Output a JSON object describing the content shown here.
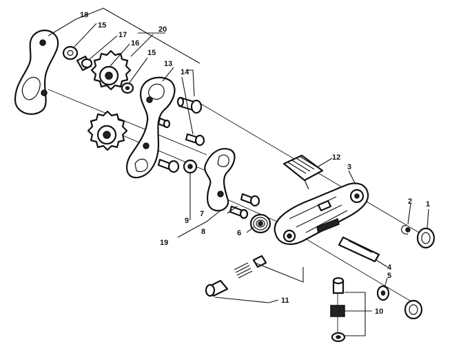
{
  "callouts": [
    {
      "id": "c1",
      "label": "1"
    },
    {
      "id": "c2",
      "label": "2"
    },
    {
      "id": "c3",
      "label": "3"
    },
    {
      "id": "c4",
      "label": "4"
    },
    {
      "id": "c5",
      "label": "5"
    },
    {
      "id": "c6",
      "label": "6"
    },
    {
      "id": "c7",
      "label": "7"
    },
    {
      "id": "c8",
      "label": "8"
    },
    {
      "id": "c9",
      "label": "9"
    },
    {
      "id": "c10",
      "label": "10"
    },
    {
      "id": "c11",
      "label": "11"
    },
    {
      "id": "c12",
      "label": "12"
    },
    {
      "id": "c13",
      "label": "13"
    },
    {
      "id": "c14",
      "label": "14"
    },
    {
      "id": "c15",
      "label": "15"
    },
    {
      "id": "c16",
      "label": "16"
    },
    {
      "id": "c17",
      "label": "17"
    },
    {
      "id": "c18",
      "label": "18"
    },
    {
      "id": "c19",
      "label": "19"
    },
    {
      "id": "c20",
      "label": "20"
    },
    {
      "id": "c18b",
      "label": "18"
    },
    {
      "id": "c15b",
      "label": "15"
    }
  ]
}
